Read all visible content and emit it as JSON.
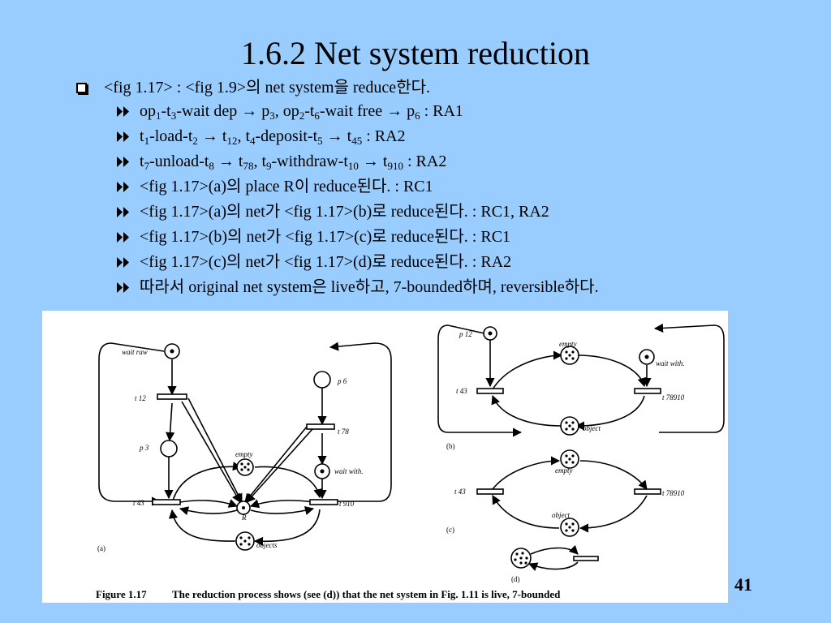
{
  "slide": {
    "title": "1.6.2 Net system reduction",
    "page_number": "41",
    "main_bullet": "<fig 1.17> : <fig 1.9>의 net system을 reduce한다.",
    "sub_bullets": {
      "b1": {
        "p1": "op",
        "s1": "1",
        "p2": "-t",
        "s2": "3",
        "p3": "-wait dep → p",
        "s3": "3",
        "p4": ", op",
        "s4": "2",
        "p5": "-t",
        "s5": "6",
        "p6": "-wait free → p",
        "s6": "6",
        "p7": " : RA1"
      },
      "b2": {
        "p1": "t",
        "s1": "1",
        "p2": "-load-t",
        "s2": "2",
        "p3": " → t",
        "s3": "12",
        "p4": ", t",
        "s4": "4",
        "p5": "-deposit-t",
        "s5": "5",
        "p6": " → t",
        "s6": "45",
        "p7": " : RA2"
      },
      "b3": {
        "p1": "t",
        "s1": "7",
        "p2": "-unload-t",
        "s2": "8",
        "p3": " → t",
        "s3": "78",
        "p4": ", t",
        "s4": "9",
        "p5": "-withdraw-t",
        "s5": "10",
        "p6": " → t",
        "s6": "910",
        "p7": " : RA2"
      },
      "b4": "<fig 1.17>(a)의 place R이 reduce된다. : RC1",
      "b5": "<fig 1.17>(a)의 net가 <fig 1.17>(b)로 reduce된다. : RC1, RA2",
      "b6": "<fig 1.17>(b)의 net가 <fig 1.17>(c)로 reduce된다. : RC1",
      "b7": "<fig 1.17>(c)의 net가 <fig 1.17>(d)로 reduce된다. : RA2",
      "b8": "따라서 original net system은 live하고, 7-bounded하며, reversible하다."
    },
    "icons": {
      "main_bullet": "checkbox-bullet-icon",
      "sub_bullet": "double-triangle-arrow-icon"
    }
  },
  "figure": {
    "caption_label": "Figure 1.17",
    "caption_text": "The reduction process shows (see (d)) that the net system in Fig. 1.11 is live, 7-bounded",
    "a": {
      "label": "(a)",
      "wait_raw": "wait raw",
      "t12": "t 12",
      "p3": "p 3",
      "t43": "t 43",
      "p6": "p 6",
      "t78": "t 78",
      "wait_with": "wait with.",
      "t910": "t 910",
      "empty": "empty",
      "R": "R",
      "objects": "objects"
    },
    "b": {
      "label": "(b)",
      "p12": "p 12",
      "t43": "t 43",
      "empty": "empty",
      "object": "object",
      "wait_with": "wait with.",
      "t78910": "t 78910"
    },
    "c": {
      "label": "(c)",
      "t43": "t 43",
      "empty": "empty",
      "t78910": "t 78910",
      "object": "object"
    },
    "d": {
      "label": "(d)"
    }
  },
  "colors": {
    "background": "#99CCFF",
    "figure_background": "#FFFFFF",
    "text": "#000000"
  }
}
